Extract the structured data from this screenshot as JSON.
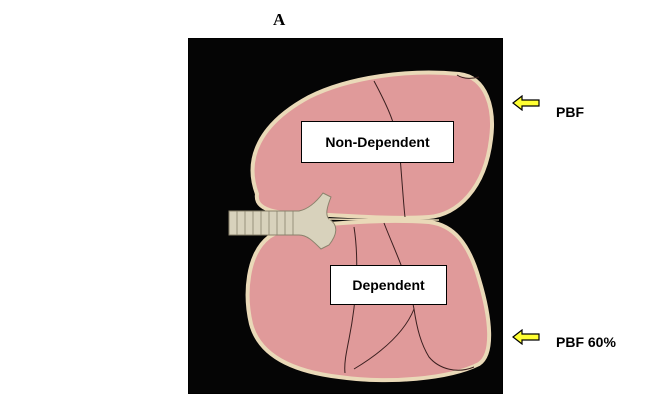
{
  "panel_label": "A",
  "regions": {
    "upper": "Non-Dependent",
    "lower": "Dependent"
  },
  "side_labels": {
    "top": "PBF",
    "bottom": "PBF 60%"
  },
  "colors": {
    "background": "#050505",
    "lung_fill": "#e09a9a",
    "lung_outline": "#ead9b8",
    "trachea": "#d8d2bc",
    "arrow": "#ffff33"
  },
  "icons": {
    "top_arrow": "left-arrow-icon",
    "bottom_arrow": "left-arrow-icon"
  }
}
